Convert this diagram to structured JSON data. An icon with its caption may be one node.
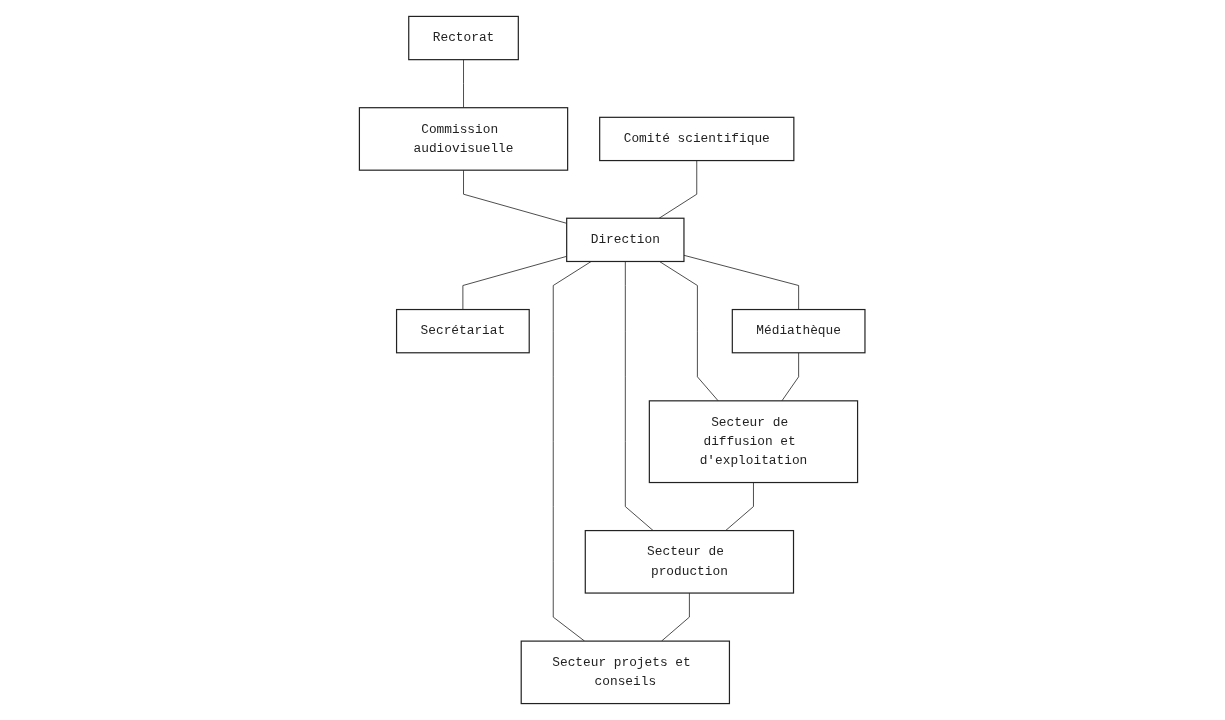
{
  "diagram": {
    "nodes": [
      {
        "text": [
          "Rectorat"
        ]
      },
      {
        "text": [
          "Commission audiovisuelle"
        ]
      },
      {
        "text": [
          "Comité scientifique"
        ]
      },
      {
        "text": [
          "Direction"
        ]
      },
      {
        "text": [
          "Secrétariat"
        ]
      },
      {
        "text": [
          "Médiathèque"
        ]
      },
      {
        "text": [
          "Secteur de diffusion et d'exploitation"
        ]
      },
      {
        "text": [
          "Secteur de production"
        ]
      },
      {
        "text": [
          "Secteur projets et conseils"
        ]
      }
    ],
    "edges": [
      {
        "from": 0,
        "to": 1,
        "arrow": "none"
      },
      {
        "from": 1,
        "to": 3,
        "arrow": "none"
      },
      {
        "from": 2,
        "to": 3,
        "arrow": "none"
      },
      {
        "from": 3,
        "to": 4,
        "arrow": "none"
      },
      {
        "from": 3,
        "to": 5,
        "arrow": "none"
      },
      {
        "from": 3,
        "to": 6,
        "arrow": "none"
      },
      {
        "from": 3,
        "to": 7,
        "arrow": "none"
      },
      {
        "from": 3,
        "to": 8,
        "arrow": "none"
      },
      {
        "from": 5,
        "to": 6,
        "arrow": "none"
      },
      {
        "from": 6,
        "to": 7,
        "arrow": "none"
      },
      {
        "from": 7,
        "to": 8,
        "arrow": "none"
      }
    ]
  }
}
